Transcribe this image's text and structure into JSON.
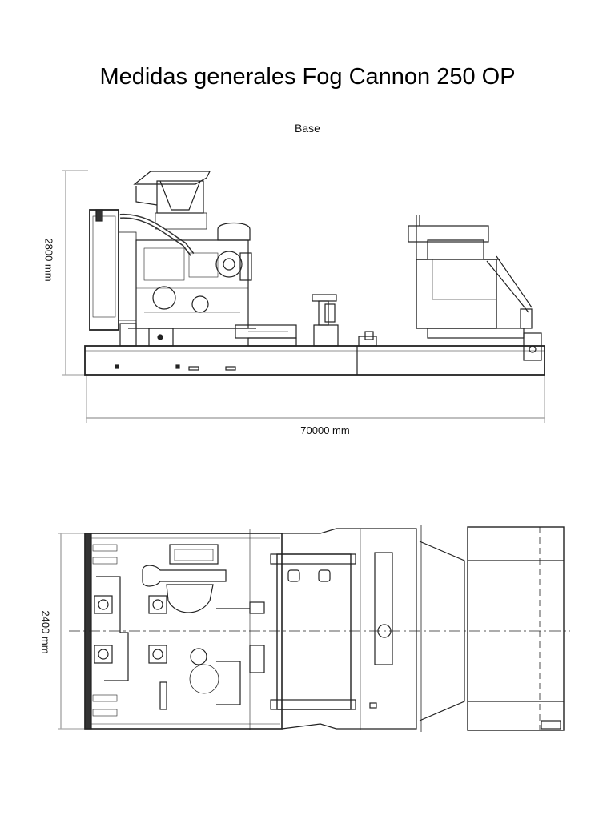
{
  "title": "Medidas generales Fog Cannon 250 OP",
  "side_view": {
    "label": "Base",
    "height_dimension": "2800 mm",
    "length_dimension": "70000 mm"
  },
  "top_view": {
    "width_dimension": "2400 mm"
  }
}
